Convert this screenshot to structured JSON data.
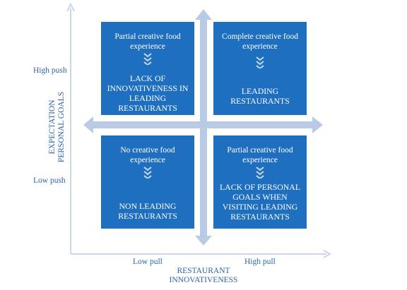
{
  "quadrants": {
    "top_left": {
      "top_text": "Partial creative food experience",
      "bottom_text": "LACK OF INNOVATIVENESS IN LEADING RESTAURANTS"
    },
    "top_right": {
      "top_text": "Complete creative food experience",
      "bottom_text": "LEADING RESTAURANTS"
    },
    "bottom_left": {
      "top_text": "No creative food experience",
      "bottom_text": "NON LEADING RESTAURANTS"
    },
    "bottom_right": {
      "top_text": "Partial creative food experience",
      "bottom_text": "LACK OF PERSONAL GOALS WHEN VISITING LEADING RESTAURANTS"
    }
  },
  "y_axis": {
    "label_line1": "EXPECTATION",
    "label_line2": "PERSONAL GOALS",
    "high_tick": "High push",
    "low_tick": "Low push"
  },
  "x_axis": {
    "label_line1": "RESTAURANT",
    "label_line2": "INNOVATIVENESS",
    "low_tick": "Low pull",
    "high_tick": "High pull"
  },
  "colors": {
    "box": "#1f6fc0",
    "axis": "#c9d6ee",
    "cross": "#b9cbe4",
    "text": "#2e63a8"
  }
}
